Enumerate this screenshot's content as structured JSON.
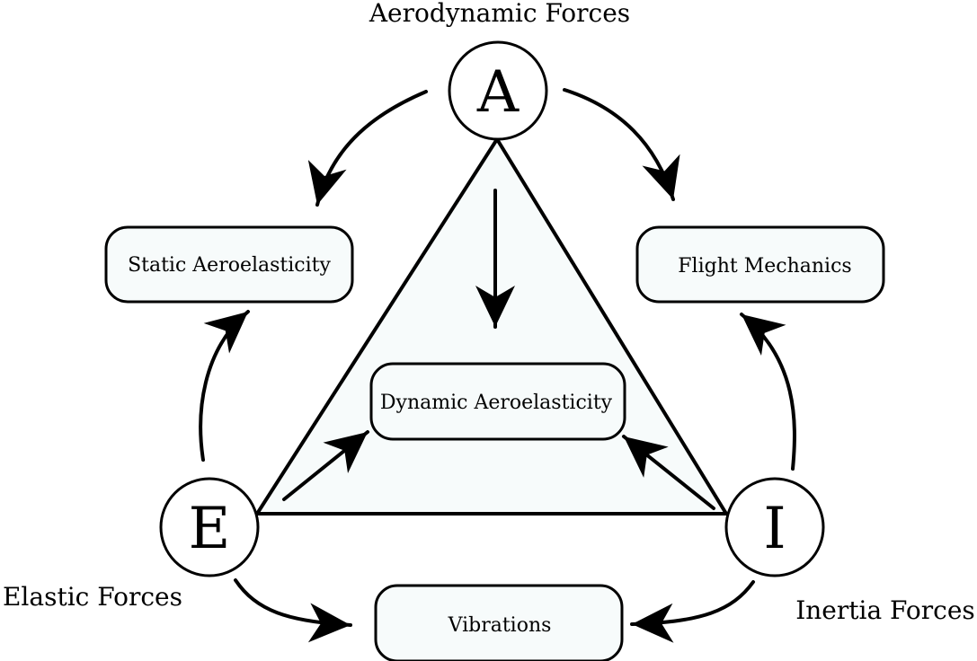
{
  "nodes": {
    "A": {
      "letter": "A",
      "label": "Aerodynamic Forces"
    },
    "E": {
      "letter": "E",
      "label": "Elastic Forces"
    },
    "I": {
      "letter": "I",
      "label": "Inertia Forces"
    }
  },
  "boxes": {
    "static": "Static Aeroelasticity",
    "flight": "Flight Mechanics",
    "dynamic": "Dynamic Aeroelasticity",
    "vibrations": "Vibrations"
  },
  "colors": {
    "stroke": "#000000",
    "box_fill": "#f7fbfb",
    "triangle_fill": "#f7fbfb",
    "node_fill": "#ffffff"
  }
}
